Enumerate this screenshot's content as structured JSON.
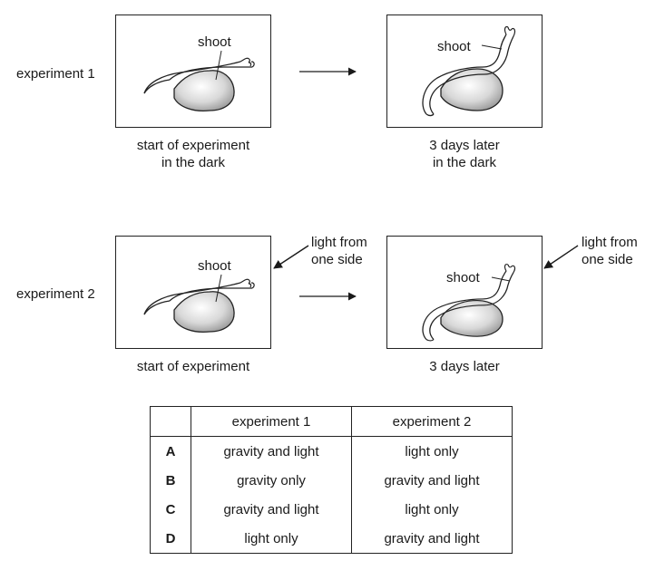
{
  "experiment1": {
    "label": "experiment 1",
    "before": {
      "shoot_label": "shoot",
      "caption_line1": "start of experiment",
      "caption_line2": "in the dark"
    },
    "after": {
      "shoot_label": "shoot",
      "caption_line1": "3 days later",
      "caption_line2": "in the dark"
    }
  },
  "experiment2": {
    "label": "experiment 2",
    "light_label_line1": "light from",
    "light_label_line2": "one side",
    "before": {
      "shoot_label": "shoot",
      "caption": "start of experiment"
    },
    "after": {
      "shoot_label": "shoot",
      "caption": "3 days later"
    }
  },
  "table": {
    "headers": [
      "",
      "experiment 1",
      "experiment 2"
    ],
    "rows": [
      {
        "letter": "A",
        "exp1": "gravity and light",
        "exp2": "light only"
      },
      {
        "letter": "B",
        "exp1": "gravity only",
        "exp2": "gravity and light"
      },
      {
        "letter": "C",
        "exp1": "gravity and light",
        "exp2": "light only"
      },
      {
        "letter": "D",
        "exp1": "light only",
        "exp2": "gravity and light"
      }
    ]
  }
}
